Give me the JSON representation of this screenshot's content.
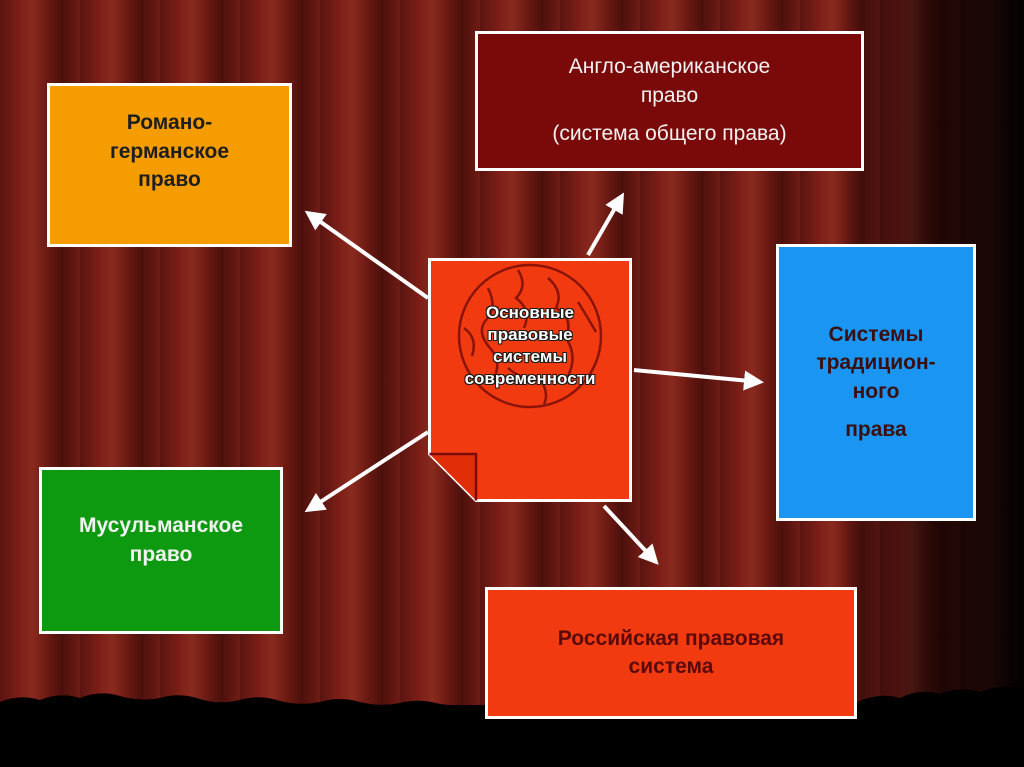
{
  "diagram": {
    "center": {
      "lines": [
        "Основные",
        "правовые",
        "системы",
        "современности"
      ]
    },
    "roman_germanic": {
      "lines": [
        "Романо-",
        "германское",
        "право"
      ]
    },
    "anglo_american": {
      "lines": [
        "Англо-американское",
        "право",
        "(система общего права)"
      ]
    },
    "traditional": {
      "lines": [
        "Системы",
        "традицион-",
        "ного",
        "права"
      ]
    },
    "muslim": {
      "lines": [
        "Мусульманское",
        "право"
      ]
    },
    "russian": {
      "lines": [
        "Российская правовая",
        "система"
      ]
    }
  },
  "colors": {
    "roman_germanic": "#f59c00",
    "anglo_american": "#7a0a0a",
    "traditional": "#1a96f2",
    "muslim": "#0e9a10",
    "russian": "#f23a10",
    "center": "#f23a10",
    "arrow": "#ffffff",
    "background": "#6b1a14"
  },
  "icons": {
    "center_globe": "globe-icon",
    "center_page": "folded-page-icon"
  }
}
